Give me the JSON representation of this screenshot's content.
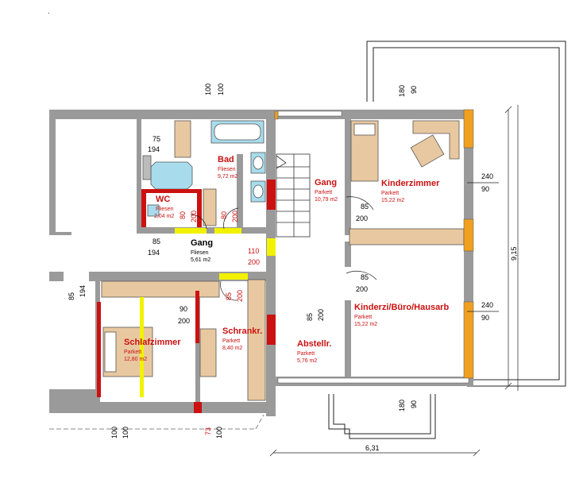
{
  "marker": ".",
  "rooms": {
    "bad": {
      "name": "Bad",
      "floor": "Fliesen",
      "area": "9,72 m2"
    },
    "wc": {
      "name": "WC",
      "floor": "Fliesen",
      "area": "2,04 m2"
    },
    "gang_left": {
      "name": "Gang",
      "floor": "Fliesen",
      "area": "5,61 m2"
    },
    "gang_mid": {
      "name": "Gang",
      "floor": "Parkett",
      "area": "10,79 m2"
    },
    "kinderzimmer": {
      "name": "Kinderzimmer",
      "floor": "Parkett",
      "area": "15,22 m2"
    },
    "kinderzi_buero": {
      "name": "Kinderzi/Büro/Hausarb",
      "floor": "Parkett",
      "area": "15,22 m2"
    },
    "schlafzimmer": {
      "name": "Schlafzimmer",
      "floor": "Parkett",
      "area": "12,80 m2"
    },
    "schrankr": {
      "name": "Schrankr.",
      "floor": "Parkett",
      "area": "8,40 m2"
    },
    "abstellr": {
      "name": "Abstellr.",
      "floor": "Parkett",
      "area": "5,76 m2"
    }
  },
  "dims": {
    "top_100_a": "100",
    "top_100_b": "100",
    "top_180": "180",
    "top_90": "90",
    "d75": "75",
    "d194_a": "194",
    "d85_left": "85",
    "d194_b": "194",
    "d110": "110",
    "d200_gang": "200",
    "d85_gm": "85",
    "d200_gm": "200",
    "d85_mid": "85",
    "d200_mid": "200",
    "d240_a": "240",
    "d90_a": "90",
    "d240_b": "240",
    "d90_b": "90",
    "d915": "9,15",
    "d90_sz": "90",
    "d200_sz": "200",
    "v85_left": "85",
    "v194_left": "194",
    "v85_sr": "85",
    "v200_sr": "200",
    "v85_ab": "85",
    "v200_ab": "200",
    "wc80_a": "80",
    "wc200_a": "200",
    "wc80_b": "80",
    "wc200_b": "200",
    "bot_100_a": "100",
    "bot_100_b": "100",
    "bot_73": "73",
    "bot_100_c": "100",
    "bot_180": "180",
    "bot_90": "90",
    "d631": "6,31"
  },
  "colors": {
    "wall": "#9a9a9a",
    "wall_dark": "#7a7a7a",
    "furniture": "#e8c8a0",
    "accent_red": "#cc1111",
    "door_yellow": "#f2f200",
    "glass": "#a8dced",
    "window_orange": "#f0a020"
  }
}
